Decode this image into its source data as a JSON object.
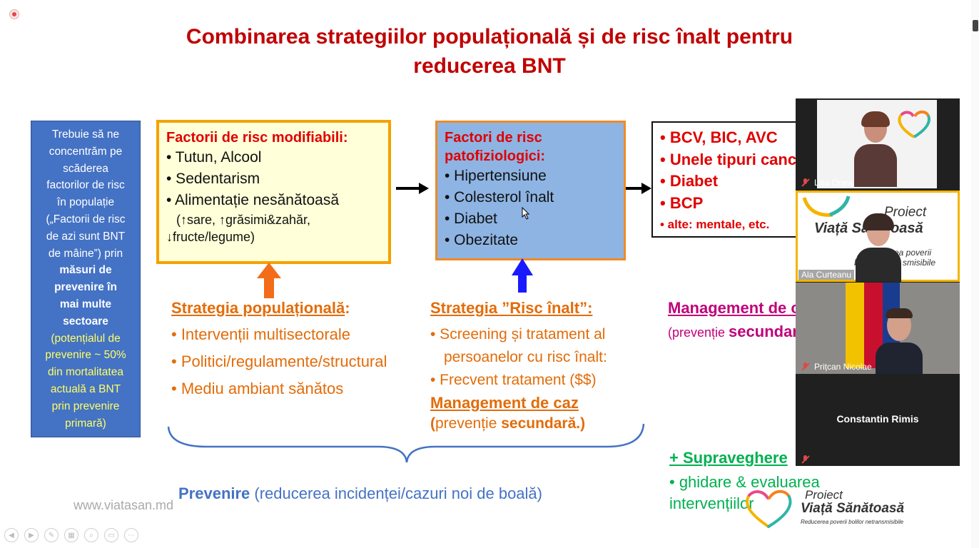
{
  "slide": {
    "title_line1": "Combinarea strategiilor populațională și de risc înalt pentru",
    "title_line2": "reducerea BNT",
    "left_box": {
      "l1": "Trebuie să ne",
      "l2": "concentrăm pe",
      "l3": "scăderea",
      "l4": "factorilor de risc",
      "l5": "în populație",
      "l6": "(„Factorii de risc",
      "l7": "de azi sunt BNT",
      "l8": "de mâine”) prin",
      "l9": "măsuri de",
      "l10": "prevenire în",
      "l11": "mai multe",
      "l12": "sectoare",
      "l13": "(potențialul de",
      "l14": "prevenire ~ 50%",
      "l15": "din mortalitatea",
      "l16": "actuală a BNT",
      "l17": "prin prevenire",
      "l18": "primară)"
    },
    "risk_box": {
      "title": "Factorii de risc modifiabili:",
      "items": [
        "• Tutun, Alcool",
        "• Sedentarism",
        "• Alimentație nesănătoasă"
      ],
      "sub1": "(↑sare, ↑grăsimi&zahăr,",
      "sub2": "↓fructe/legume)"
    },
    "patho_box": {
      "title1": "Factori de risc",
      "title2": "patofiziologici:",
      "items": [
        "• Hipertensiune",
        "• Colesterol înalt",
        "• Diabet",
        "• Obezitate"
      ]
    },
    "disease_box": {
      "items": [
        "•  BCV, BIC, AVC",
        "•  Unele tipuri cancer",
        "•  Diabet",
        "•  BCP"
      ],
      "small_item": "•  alte: mentale, etc."
    },
    "strategy_pop": {
      "title": "Strategia populațională",
      "colon": ":",
      "items": [
        "• Intervenții multisectorale",
        "• Politici/regulamente/structural",
        "• Mediu ambiant sănătos"
      ]
    },
    "strategy_risk": {
      "title": "Strategia ”Risc înalt”:",
      "b1_l1": "•  Screening și tratament al",
      "b1_l2": "persoanelor cu risc înalt:",
      "b2": "•  Frecvent tratament ($$)",
      "mgmt_title": "Management de caz",
      "prev_open": "(",
      "prev_text": "prevenție ",
      "prev_bold": "secundară.)"
    },
    "mgmt_right": {
      "title": "Management de caz",
      "prev_text": "(prevenție ",
      "prev_bold": "secundară)"
    },
    "prevention": {
      "bold": "Prevenire",
      "rest": " (reducerea incidenței/cazuri noi de boală)"
    },
    "website": "www.viatasan.md",
    "supraveghere": {
      "title": "+ Supraveghere",
      "line1": "• ghidare & evaluarea",
      "line2": "intervențiilor"
    },
    "logo": {
      "line1": "Proiect",
      "line2": "Viață Sănătoasă",
      "line3": "Reducerea poverii bolilor netransmisibile"
    }
  },
  "participants": [
    {
      "name": "Lilia Onea"
    },
    {
      "name": "Ala Curteanu"
    },
    {
      "name": "Prițcan  Nicolae"
    },
    {
      "name": "Constantin Rimis"
    }
  ],
  "tile_logo": {
    "proiect": "Proiect",
    "viata": "Viață Sănătoasă",
    "sub1": "rea poverii",
    "sub2": "bo",
    "sub3": "smisibile"
  },
  "colors": {
    "title_red": "#c00000",
    "blue_box": "#4472c4",
    "orange": "#e36c09",
    "green": "#00b050",
    "magenta": "#c0007a",
    "arrow_up_orange": "#f26c1a",
    "arrow_up_blue": "#1a1aff"
  }
}
